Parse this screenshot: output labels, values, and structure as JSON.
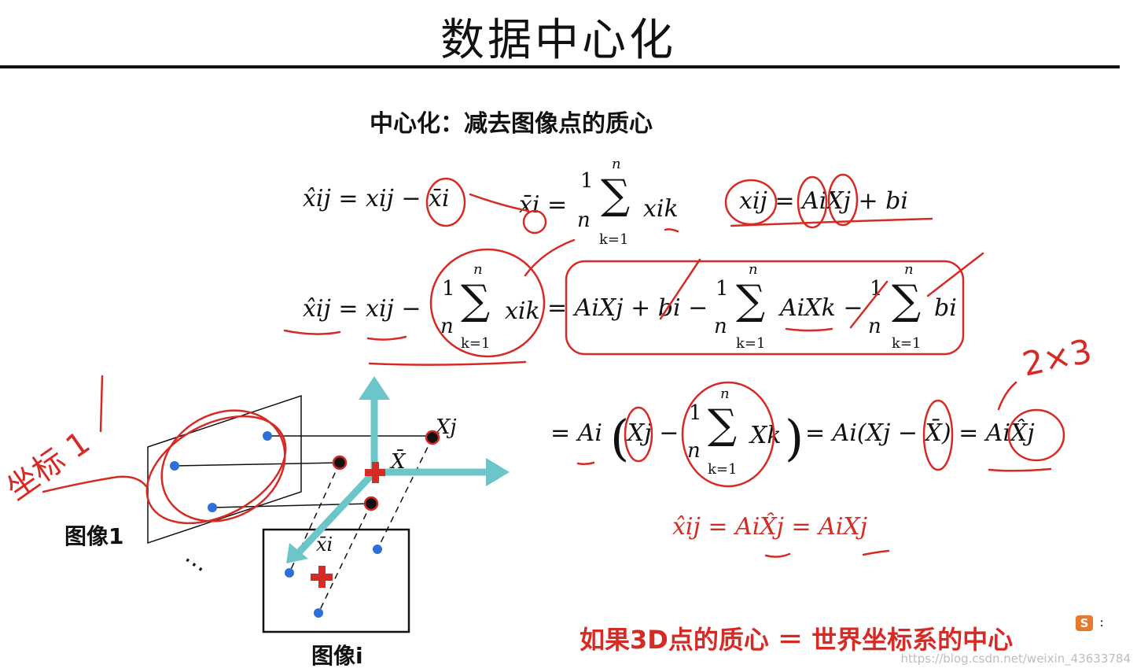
{
  "slide": {
    "title": "数据中心化",
    "subtitle": "中心化：减去图像点的质心",
    "bottom_note": "如果3D点的质心 ＝ 世界坐标系的中心",
    "watermark": "https://blog.csdn.net/weixin_43633784"
  },
  "equations": {
    "eq1_lhs": "x̂ij = xij − x̄i",
    "eq2_lhs": "x̄i = ",
    "eq2_frac_num": "1",
    "eq2_frac_den": "n",
    "eq2_sum_top": "n",
    "eq2_sum_bottom": "k=1",
    "eq2_term": "xik",
    "eq3": "xij = AiXj + bi",
    "eq4_lhs": "x̂ij = xij −",
    "eq4_term": "xik",
    "eq4_rhs1": "= AiXj + bi −",
    "eq4_term2": "AiXk −",
    "eq4_term3": "bi",
    "eq5_a": "= Ai",
    "eq5_b": "Xj −",
    "eq5_c": "Xk",
    "eq5_d": "= Ai(Xj − X̄) = AiX̂j",
    "frac_num": "1",
    "frac_den": "n",
    "sum_top": "n",
    "sum_bottom": "k=1",
    "result_red": "x̂ij = AiX̂j = AiXj"
  },
  "diagram": {
    "image1_label": "图像1",
    "imagei_label": "图像i",
    "ellipsis": "⋯",
    "point_label_Xj": "Xj",
    "point_label_Xbar": "X̄",
    "point_label_xbar_i": "x̄i"
  },
  "annotations": {
    "handwriting_left": "坐标 1",
    "handwriting_2x3": "2×3"
  },
  "ime": {
    "icon_letter": "S",
    "dots": ":"
  },
  "colors": {
    "annotation_red": "#d62a24",
    "axis_cyan": "#6cc6c9",
    "point_blue": "#2e6fd8",
    "point_black": "#111111"
  }
}
